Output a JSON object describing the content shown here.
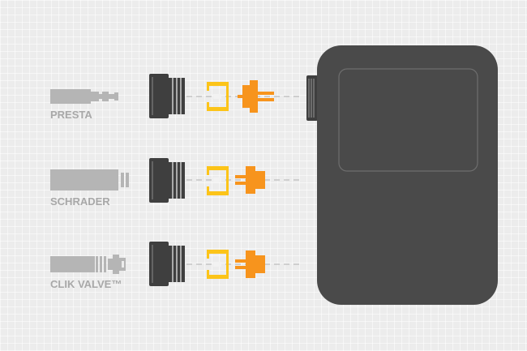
{
  "rows": [
    {
      "id": "presta",
      "label": "PRESTA"
    },
    {
      "id": "schrader",
      "label": "SCHRADER"
    },
    {
      "id": "clik",
      "label": "CLIK VALVE™"
    }
  ],
  "colors": {
    "background": "#ececec",
    "valve": "#b5b5b5",
    "cap": "#3f3f3f",
    "yellow_adapter": "#fcc419",
    "orange_adapter": "#f7941d",
    "dash_line": "#b0b0b0",
    "pump_body": "#4a4a4a",
    "pump_screen_outline": "#6e6e6e"
  },
  "icons": [
    "presta-valve-icon",
    "schrader-valve-icon",
    "clik-valve-icon",
    "pump-head-cap-icon",
    "yellow-adapter-icon",
    "orange-adapter-icon",
    "pump-body-icon"
  ]
}
